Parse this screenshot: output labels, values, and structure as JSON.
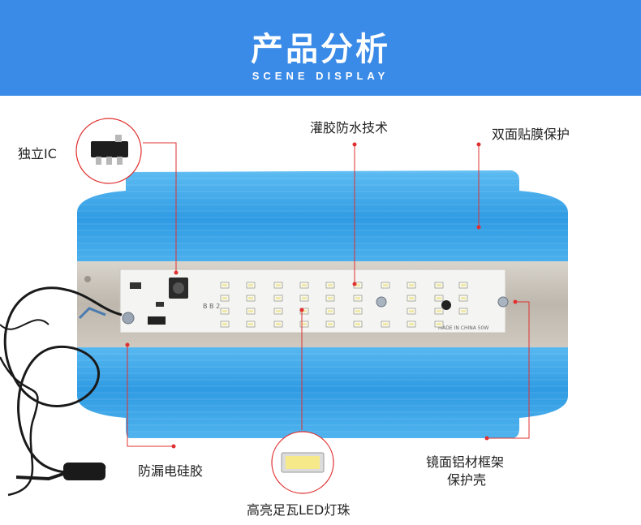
{
  "header": {
    "title": "产品分析",
    "subtitle": "SCENE DISPLAY"
  },
  "labels": {
    "ic": "独立IC",
    "potting": "灌胶防水技术",
    "film": "双面贴膜保护",
    "silicone": "防漏电硅胶",
    "led": "高亮足瓦LED灯珠",
    "frame_line1": "镜面铝材框架",
    "frame_line2": "保护壳"
  },
  "pcb_text": {
    "left_silk": "B B 2",
    "right_silk": "MADE IN CHINA  50W"
  },
  "colors": {
    "banner": "#3a8ae8",
    "leader_line": "#e03030",
    "housing_blue": "#3fa6e8",
    "board_white": "#f4f4f2"
  }
}
